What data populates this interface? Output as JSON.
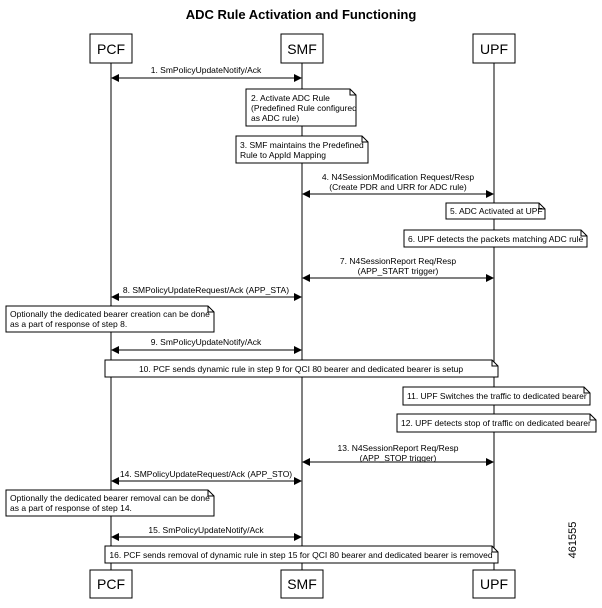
{
  "title": "ADC Rule Activation and Functioning",
  "figure_id": "461555",
  "actors": {
    "pcf": "PCF",
    "smf": "SMF",
    "upf": "UPF"
  },
  "messages": {
    "m1": "1. SmPolicyUpdateNotify/Ack",
    "m4a": "4. N4SessionModification Request/Resp",
    "m4b": "(Create PDR and URR for ADC rule)",
    "m7a": "7. N4SessionReport Req/Resp",
    "m7b": "(APP_START trigger)",
    "m8": "8. SMPolicyUpdateRequest/Ack (APP_STA)",
    "m9": "9. SmPolicyUpdateNotify/Ack",
    "m13a": "13. N4SessionReport Req/Resp",
    "m13b": "(APP_STOP trigger)",
    "m14": "14. SMPolicyUpdateRequest/Ack (APP_STO)",
    "m15": "15. SmPolicyUpdateNotify/Ack"
  },
  "notes": {
    "n2a": "2. Activate ADC Rule",
    "n2b": "(Predefined Rule configured",
    "n2c": "as ADC rule)",
    "n3a": "3. SMF maintains the Predefined",
    "n3b": "Rule to AppId Mapping",
    "n5": "5. ADC Activated at UPF",
    "n6": "6. UPF detects the packets matching ADC rule",
    "opt8a": "Optionally the dedicated bearer creation can be done",
    "opt8b": "as a part of response of step 8.",
    "n10": "10. PCF sends dynamic rule in step 9 for QCI 80 bearer and dedicated bearer is setup",
    "n11": "11. UPF Switches the traffic to dedicated bearer",
    "n12": "12. UPF detects stop of traffic on dedicated bearer",
    "opt14a": "Optionally the dedicated bearer removal can be done",
    "opt14b": "as a part of response of step 14.",
    "n16": "16. PCF sends removal of dynamic rule in step 15 for QCI 80 bearer and dedicated bearer is removed"
  }
}
